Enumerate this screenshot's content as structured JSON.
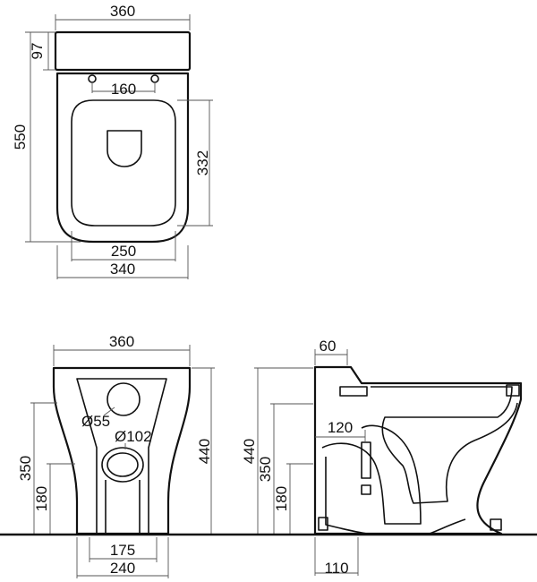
{
  "views": {
    "top": {
      "width_total": "360",
      "tank_depth": "97",
      "fixing_spacing": "160",
      "length_total": "550",
      "bowl_length": "332",
      "bowl_width": "250",
      "base_width": "340"
    },
    "front": {
      "width_total": "360",
      "height_total": "440",
      "height_350": "350",
      "height_180": "180",
      "inlet_diameter": "Ø55",
      "outlet_diameter": "Ø102",
      "base_inner": "175",
      "base_outer": "240"
    },
    "side": {
      "top_offset": "60",
      "height_total": "440",
      "height_350": "350",
      "height_180": "180",
      "inlet_offset": "120",
      "outlet_offset": "110"
    }
  }
}
